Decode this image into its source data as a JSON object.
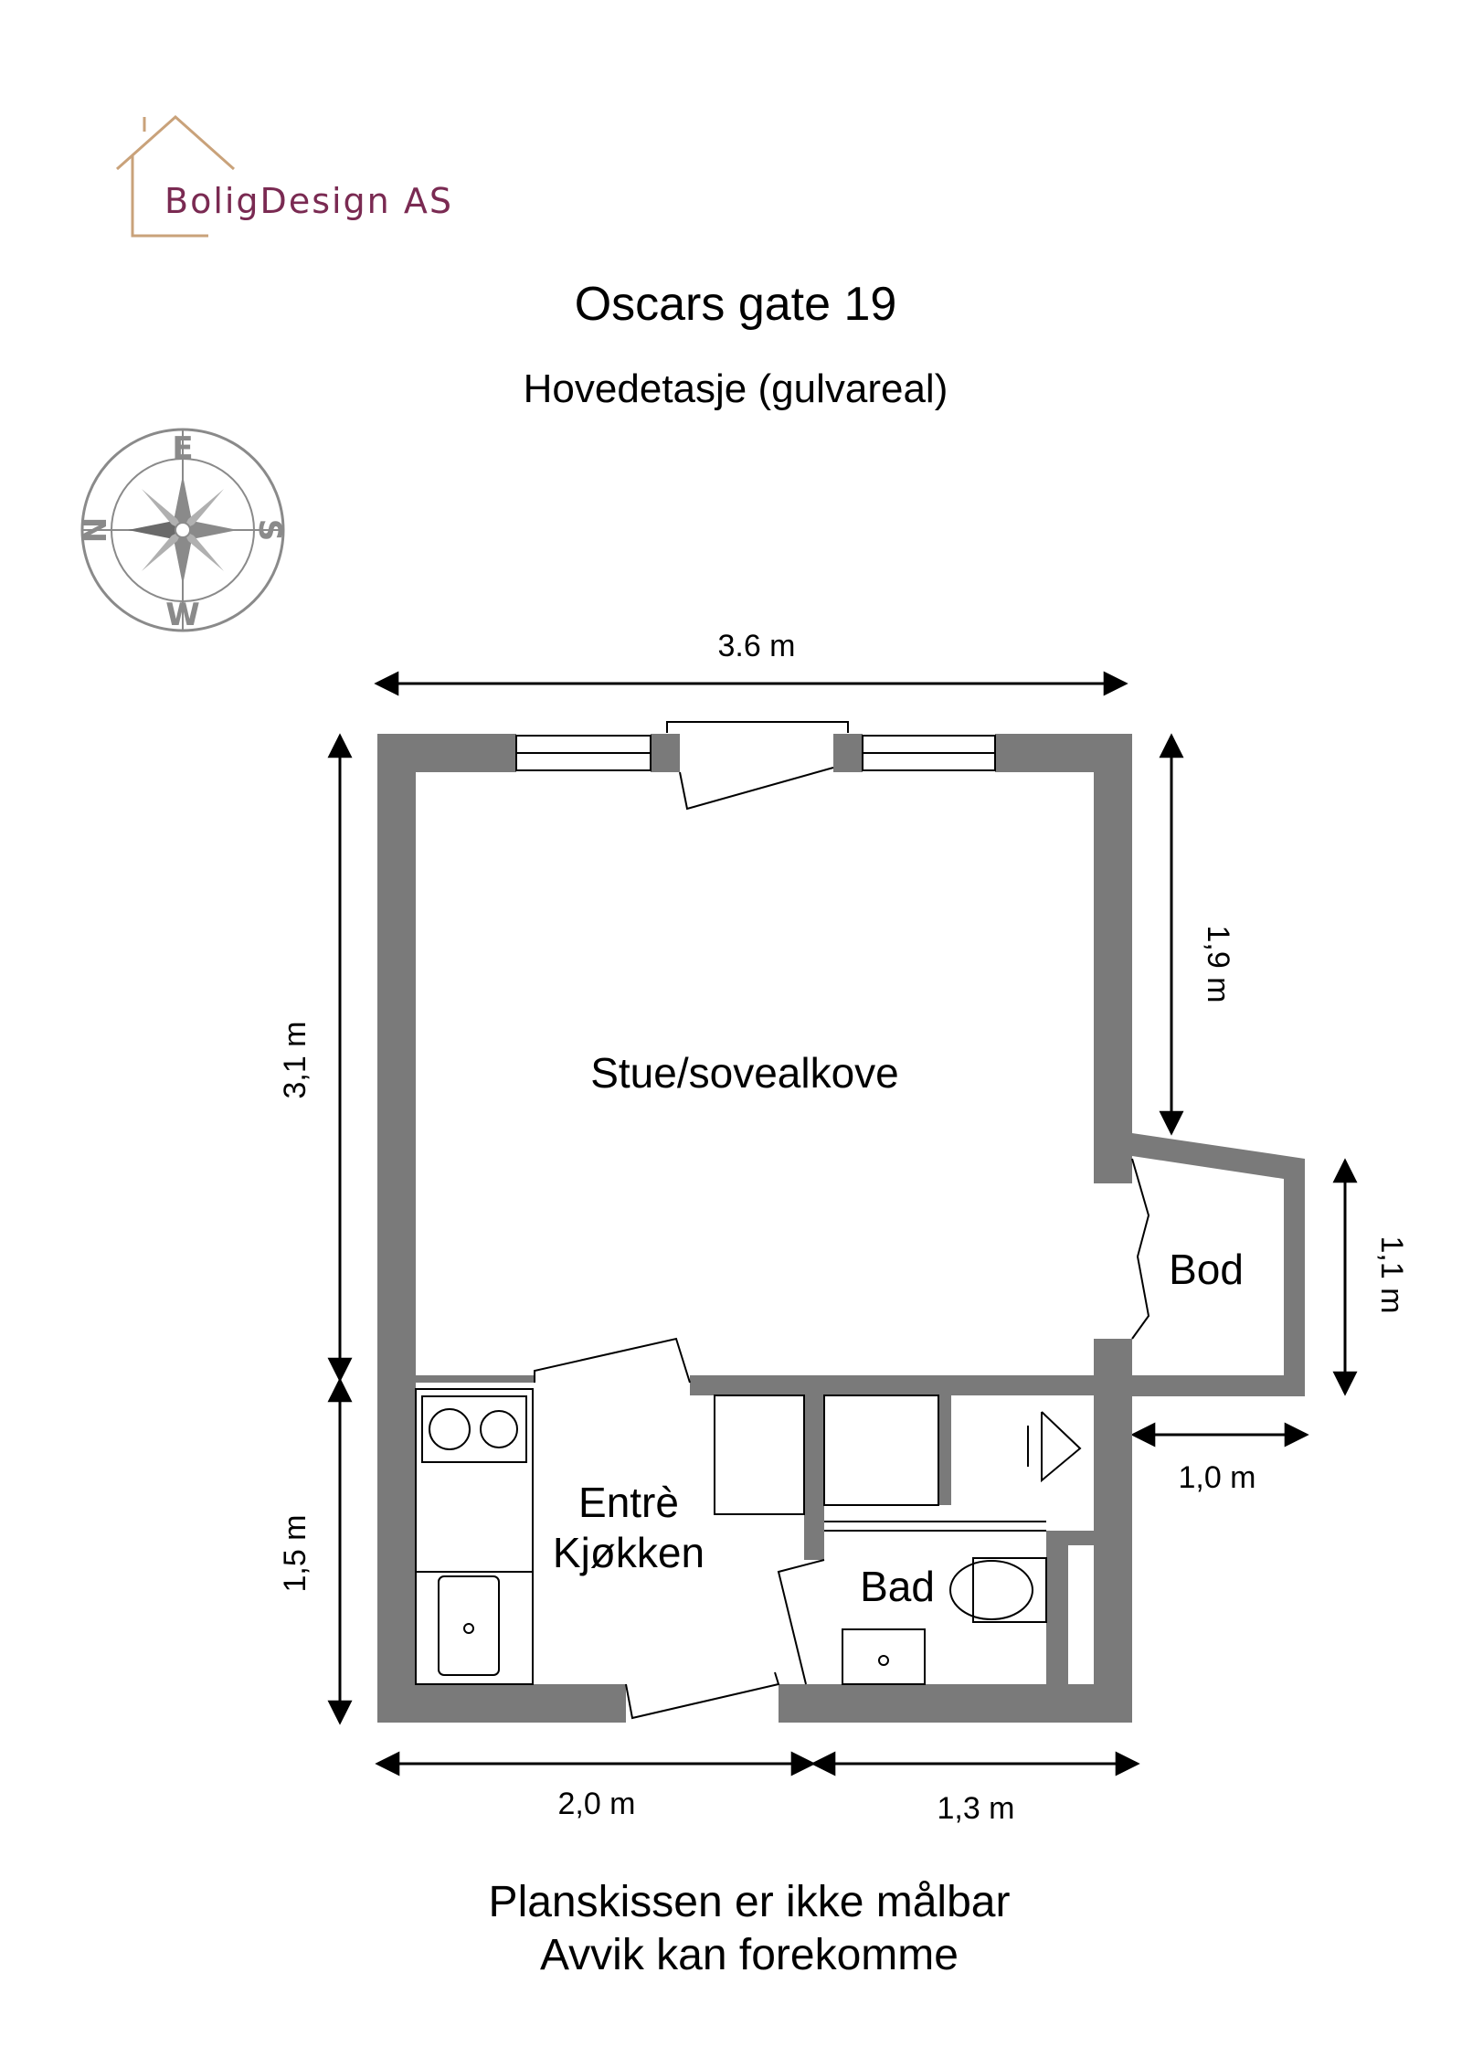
{
  "logo": {
    "text": "BoligDesign AS",
    "color": "#7a2a52",
    "house_color": "#c9a27a"
  },
  "header": {
    "title": "Oscars gate 19",
    "subtitle": "Hovedetasje (gulvareal)"
  },
  "compass": {
    "north": "N",
    "east": "E",
    "south": "S",
    "west": "W",
    "color": "#8a8a8a"
  },
  "dimensions": {
    "top_width": "3.6 m",
    "left_upper": "3,1 m",
    "left_lower": "1,5 m",
    "right_upper": "1,9 m",
    "bod_height": "1,1 m",
    "bod_width": "1,0 m",
    "bottom_left": "2,0 m",
    "bottom_right": "1,3 m"
  },
  "rooms": {
    "living": "Stue/sovealkove",
    "storage": "Bod",
    "entry_line1": "Entrè",
    "entry_line2": "Kjøkken",
    "bath": "Bad"
  },
  "footer": {
    "line1": "Planskissen er ikke målbar",
    "line2": "Avvik kan forekomme"
  },
  "colors": {
    "wall": "#7a7a7a",
    "fixture": "#6f6f6f"
  }
}
